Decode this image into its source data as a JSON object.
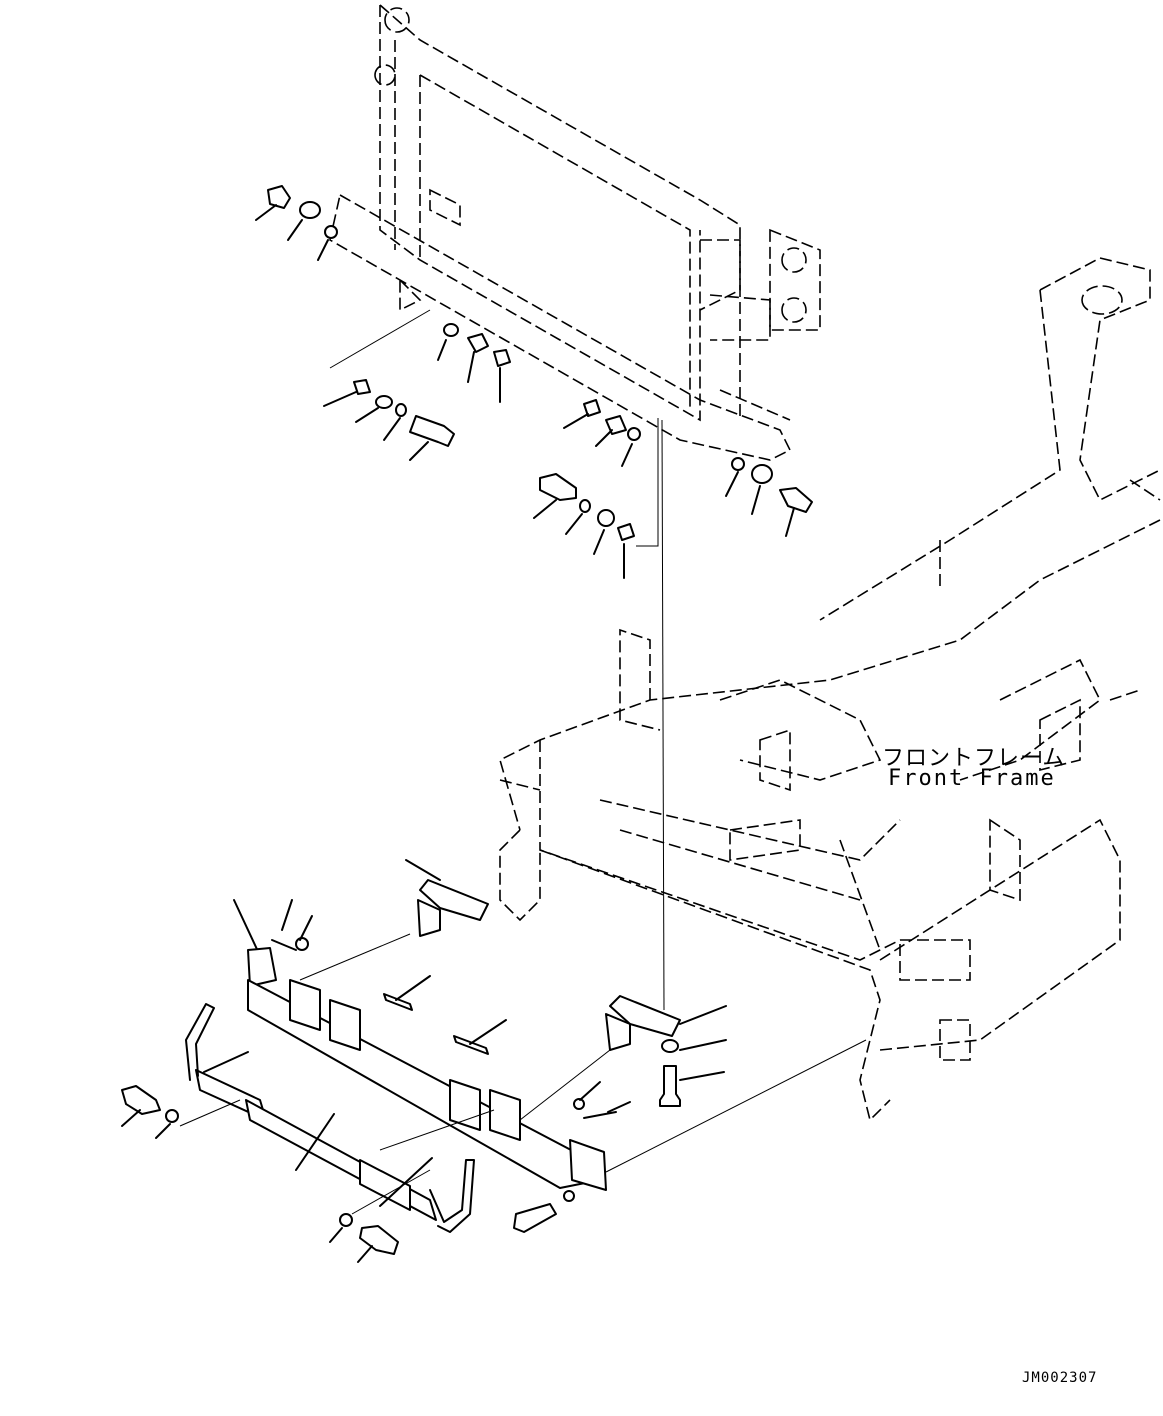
{
  "labels": {
    "front_frame_jp": "フロントフレーム",
    "front_frame_en": "Front Frame",
    "drawing_code": "JM002307"
  }
}
